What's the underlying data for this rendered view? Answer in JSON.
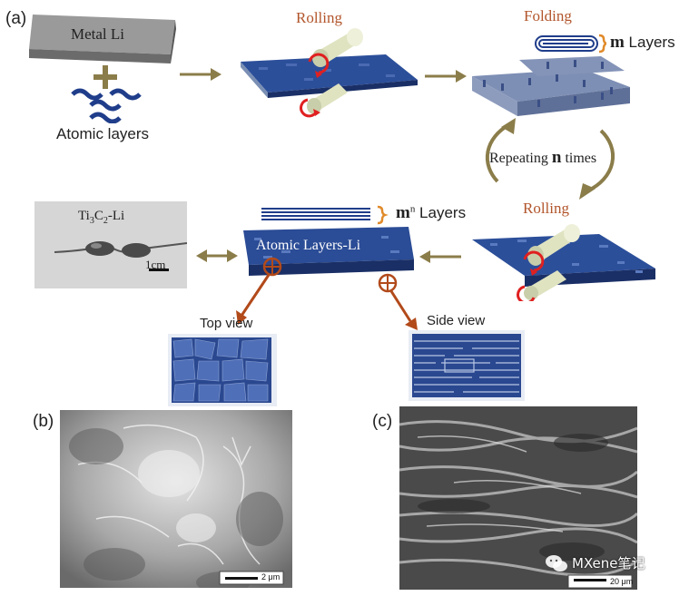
{
  "panel_a": {
    "label": "(a)",
    "metal_li": "Metal Li",
    "atomic_layers": "Atomic layers",
    "rolling_top": "Rolling",
    "folding": "Folding",
    "m_symbol": "m",
    "layers_text": " Layers",
    "repeating": "Repeating",
    "n_symbol": "n",
    "times": " times",
    "rolling_bottom": "Rolling",
    "mn_base": "m",
    "mn_sup": "n",
    "atomic_layers_li": "Atomic Layers-Li",
    "photo_label_ti": "Ti",
    "photo_label_sub3": "3",
    "photo_label_c": "C",
    "photo_label_sub2": "2",
    "photo_label_li": "-Li",
    "photo_scale": "1cm",
    "top_view": "Top view",
    "side_view": "Side view"
  },
  "panel_b": {
    "label": "(b)",
    "scale": "2 μm"
  },
  "panel_c": {
    "label": "(c)",
    "scale": "20 μm"
  },
  "watermark": "MXene笔记",
  "colors": {
    "step_label": "#b2552b",
    "arrow": "#8b7d4a",
    "layer_blue": "#1f3d8a",
    "roller": "#dfe3c0",
    "red_arrow": "#e02020"
  }
}
